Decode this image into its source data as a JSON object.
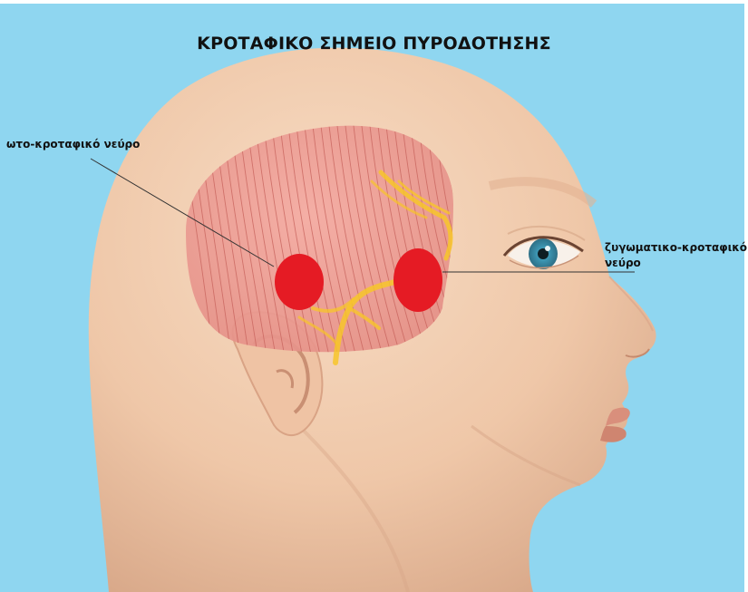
{
  "title": "ΚΡΟΤΑΦΙΚΟ ΣΗΜΕΙΟ ΠΥΡΟΔΟΤΗΣΗΣ",
  "labels": {
    "left": "ωτο-κροταφικό νεύρο",
    "right_line1": "ζυγωματικο-κροταφικό",
    "right_line2": "νεύρο"
  },
  "colors": {
    "background": "#8fd6f0",
    "skin": "#f2ccad",
    "muscle": "#e99a92",
    "trigger_point": "#e51b24",
    "nerve": "#f7c52a",
    "iris": "#4fa9c4"
  }
}
